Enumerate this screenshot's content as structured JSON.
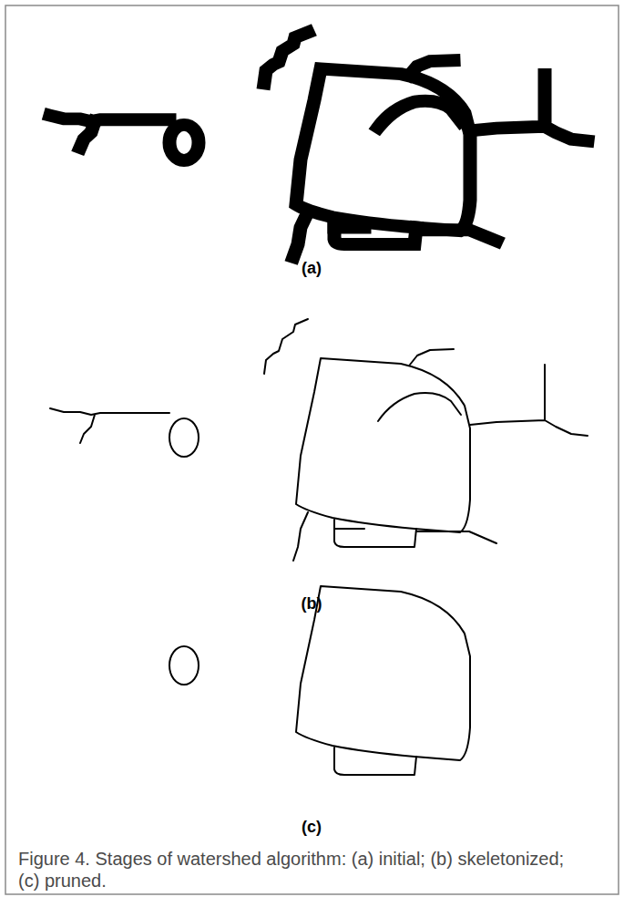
{
  "diagram": {
    "caption": "Figure 4. Stages of watershed algorithm: (a) initial; (b) skeletonized; (c) pruned.",
    "labels": [
      "(a)",
      "(b)",
      "(c)"
    ]
  }
}
